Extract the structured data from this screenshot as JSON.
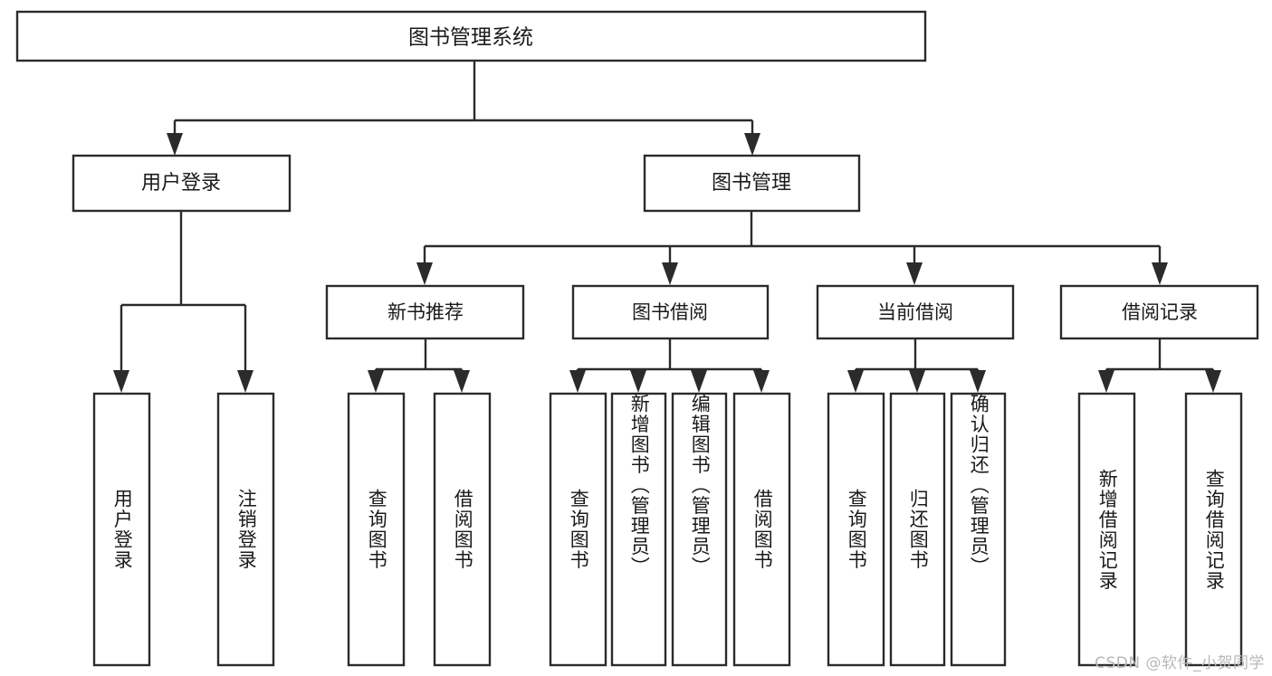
{
  "diagram": {
    "title": "图书管理系统",
    "watermark": "CSDN @软件_小贺同学",
    "colors": {
      "stroke": "#2b2b2b",
      "fill": "#ffffff",
      "text": "#1a1a1a",
      "watermark": "#b8b8b8",
      "background": "#ffffff"
    },
    "root": {
      "label": "图书管理系统"
    },
    "level1": [
      {
        "label": "用户登录"
      },
      {
        "label": "图书管理"
      }
    ],
    "level2": [
      {
        "label": "新书推荐"
      },
      {
        "label": "图书借阅"
      },
      {
        "label": "当前借阅"
      },
      {
        "label": "借阅记录"
      }
    ],
    "leaves": {
      "user_login": [
        {
          "label": "用户登录"
        },
        {
          "label": "注销登录"
        }
      ],
      "new_book_recommend": [
        {
          "label": "查询图书"
        },
        {
          "label": "借阅图书"
        }
      ],
      "book_borrow": [
        {
          "label": "查询图书"
        },
        {
          "label": "新增图书（管理员）"
        },
        {
          "label": "编辑图书（管理员）"
        },
        {
          "label": "借阅图书"
        }
      ],
      "current_borrow": [
        {
          "label": "查询图书"
        },
        {
          "label": "归还图书"
        },
        {
          "label": "确认归还（管理员）"
        }
      ],
      "borrow_record": [
        {
          "label": "新增借阅记录"
        },
        {
          "label": "查询借阅记录"
        }
      ]
    }
  }
}
